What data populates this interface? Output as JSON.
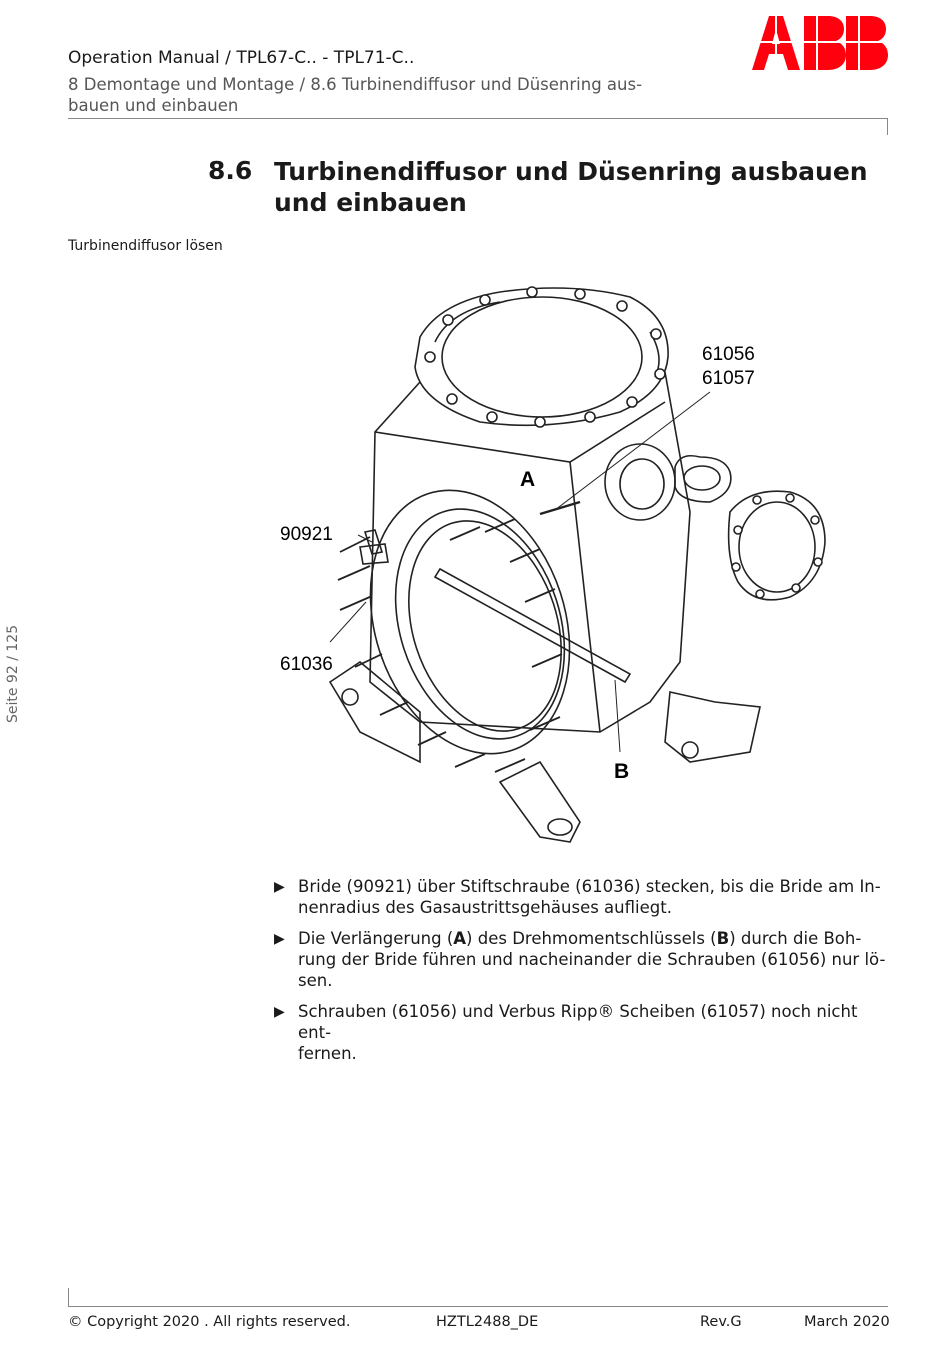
{
  "header": {
    "title": "Operation Manual / TPL67-C.. - TPL71-C..",
    "subtitle_line1": "8  Demontage und Montage / 8.6  Turbinendiffusor und Düsenring aus-",
    "subtitle_line2": "bauen und einbauen",
    "logo_text": "ABB",
    "logo_color": "#ff000f"
  },
  "section": {
    "number": "8.6",
    "title": "Turbinendiffusor und Düsenring ausbauen und einbauen"
  },
  "side_label": "Turbinendiffusor lösen",
  "page_indicator": "Seite 92 / 125",
  "figure": {
    "labels": {
      "l61056": "61056",
      "l61057": "61057",
      "l90921": "90921",
      "l61036": "61036",
      "A": "A",
      "B": "B"
    }
  },
  "steps": [
    {
      "t1": "Bride (90921) über Stiftschraube (61036) stecken, bis die Bride am In-",
      "t2": "nenradius des Gasaustrittsgehäuses aufliegt."
    },
    {
      "p1": "Die Verlängerung (",
      "b1": "A",
      "p2": ") des Drehmomentschlüssels (",
      "b2": "B",
      "p3": ") durch die Boh-",
      "t2": "rung der Bride führen und nacheinander die Schrauben (61056) nur lö-",
      "t3": "sen."
    },
    {
      "t1": "Schrauben (61056) und Verbus Ripp® Scheiben (61057) noch nicht ent-",
      "t2": "fernen."
    }
  ],
  "footer": {
    "copyright": "© Copyright 2020 . All rights reserved.",
    "doc_id": "HZTL2488_DE",
    "revision": "Rev.G",
    "date": "March 2020"
  }
}
